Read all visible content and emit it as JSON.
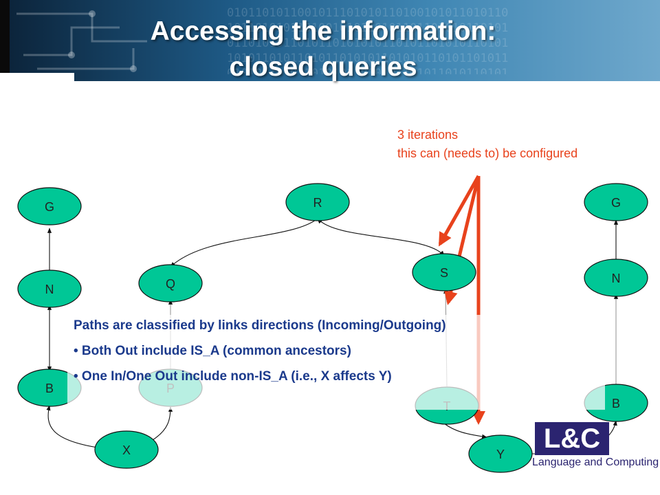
{
  "slide": {
    "title_line1": "Accessing the information:",
    "title_line2": "closed queries",
    "note_line1": "3 iterations",
    "note_line2": "this can (needs to) be configured"
  },
  "nodes": [
    {
      "id": "G",
      "label": "G"
    },
    {
      "id": "N",
      "label": "N"
    },
    {
      "id": "B",
      "label": "B"
    },
    {
      "id": "X",
      "label": "X"
    },
    {
      "id": "P",
      "label": "P"
    },
    {
      "id": "Q",
      "label": "Q"
    },
    {
      "id": "R",
      "label": "R"
    },
    {
      "id": "S",
      "label": "S"
    },
    {
      "id": "T",
      "label": "T"
    },
    {
      "id": "Y",
      "label": "Y"
    },
    {
      "id": "G2",
      "label": "G"
    },
    {
      "id": "N2",
      "label": "N"
    },
    {
      "id": "B2",
      "label": "B"
    }
  ],
  "text_box": {
    "heading": "Paths are classified by links directions (Incoming/Outgoing)",
    "bullet1": "• Both Out include IS_A (common ancestors)",
    "bullet2": "• One In/One Out include non-IS_A (i.e., X affects Y)"
  },
  "logo": {
    "mark": "L&C",
    "text": "Language and Computing"
  },
  "colors": {
    "node_fill": "#00c796",
    "note_and_arrows": "#e8421c",
    "text_box": "#1b3a8c",
    "logo": "#2b2470"
  }
}
